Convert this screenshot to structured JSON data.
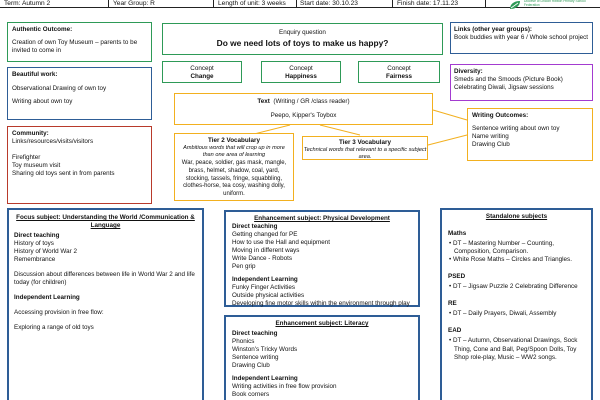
{
  "header": {
    "term": "Term: Autumn 2",
    "year_group": "Year Group: R",
    "length": "Length of unit:  3 weeks",
    "start": "Start date: 30.10.23",
    "finish": "Finish date: 17.11.23",
    "school_name": "Diocese of Lincoln Ribbon Primary School Federation"
  },
  "authentic_outcome": {
    "title": "Authentic Outcome:",
    "text": "Creation of own Toy Museum – parents to be invited to come in"
  },
  "beautiful_work": {
    "title": "Beautiful work:",
    "lines": [
      "Observational Drawing of own toy",
      "Writing about own toy"
    ]
  },
  "community": {
    "title": "Community:",
    "subtitle": "Links/resources/visits/visitors",
    "lines": [
      "Firefighter",
      "Toy museum visit",
      "Sharing old toys sent in from parents"
    ]
  },
  "enquiry": {
    "label": "Enquiry question",
    "question": "Do we need lots of toys to make us happy?"
  },
  "concepts": [
    {
      "label": "Concept",
      "name": "Change"
    },
    {
      "label": "Concept",
      "name": "Happiness"
    },
    {
      "label": "Concept",
      "name": "Fairness"
    }
  ],
  "text_box": {
    "title": "Text",
    "note": "(Writing / GR /class reader)",
    "value": "Peepo, Kipper's Toybox"
  },
  "tier2": {
    "title": "Tier 2 Vocabulary",
    "note": "Ambitious words that will crop up in more than one area of learning",
    "words": "War, peace, soldier, gas mask, mangle, brass, helmet, shadow, coal, yard, stocking, tassels, fringe, squabbling, clothes-horse, tea cosy, washing dolly, uniform."
  },
  "tier3": {
    "title": "Tier 3 Vocabulary",
    "note": "Technical words that relevant to a specific subject area."
  },
  "links": {
    "title": "Links (other year groups):",
    "text": "Book buddies with year 6 / Whole school project"
  },
  "diversity": {
    "title": "Diversity:",
    "lines": [
      "Smeds and the Smoods (Picture Book)",
      "Celebrating Diwali, Jigsaw sessions"
    ]
  },
  "writing_outcomes": {
    "title": "Writing Outcomes:",
    "lines": [
      "Sentence writing about own toy",
      "Name writing",
      "Drawing Club"
    ]
  },
  "focus": {
    "title": "Focus subject: Understanding the World /Communication & Language",
    "direct_title": "Direct teaching",
    "direct": [
      "History of toys",
      "History of World War 2",
      "Remembrance"
    ],
    "discussion": "Discussion about differences between life in World War 2 and life today (for children)",
    "independent_title": "Independent Learning",
    "independent": [
      "Accessing provision in free flow:",
      "Exploring a range of old toys"
    ]
  },
  "physical": {
    "title": "Enhancement subject: Physical Development",
    "direct_title": "Direct teaching",
    "direct": [
      "Getting changed for PE",
      "How to use the Hall and equipment",
      "Moving in different ways",
      "Write Dance - Robots",
      "Pen grip"
    ],
    "independent_title": "Independent Learning",
    "independent": [
      "Funky Finger Activities",
      "Outside physical activities",
      "Developing fine motor skills within the environment through play"
    ]
  },
  "literacy": {
    "title": "Enhancement subject: Literacy",
    "direct_title": "Direct teaching",
    "direct": [
      "Phonics",
      "Winston's Tricky Words",
      "Sentence writing",
      "Drawing Club"
    ],
    "independent_title": "Independent Learning",
    "independent": [
      "Writing activities in free flow provision",
      "Book corners"
    ]
  },
  "standalone": {
    "title": "Standalone subjects",
    "maths_title": "Maths",
    "maths": [
      "DT – Mastering Number – Counting, Composition, Comparison.",
      "White Rose Maths – Circles and Triangles."
    ],
    "psed_title": "PSED",
    "psed": [
      "DT – Jigsaw Puzzle 2 Celebrating Difference"
    ],
    "re_title": "RE",
    "re": [
      "DT – Daily Prayers, Diwali, Assembly"
    ],
    "ead_title": "EAD",
    "ead": [
      "DT – Autumn, Observational Drawings, Sock Thing, Cone and Ball, Peg/Spoon Dolls, Toy Shop role-play, Music – WW2 songs."
    ]
  },
  "colors": {
    "blue": "#2e5d96",
    "green": "#2e9a57",
    "red": "#b83a2b",
    "purple": "#a33bd0",
    "orange": "#f2b01f"
  }
}
